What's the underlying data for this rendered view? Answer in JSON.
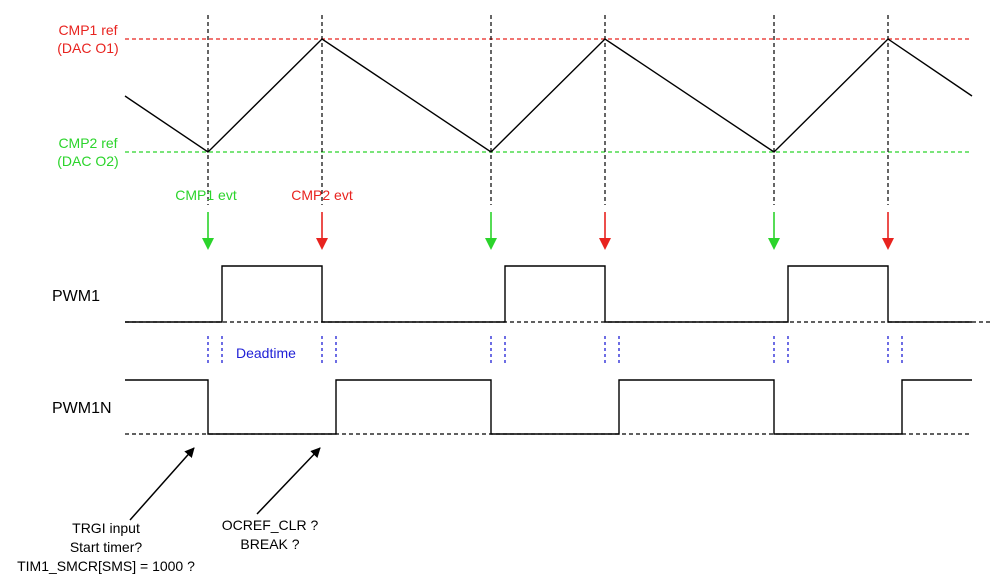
{
  "colors": {
    "cmp1": "#e8231f",
    "cmp2": "#2bd42b",
    "deadtime": "#1f1fd6",
    "line": "#000000"
  },
  "references": {
    "cmp1_ref_line1": "CMP1 ref",
    "cmp1_ref_line2": "(DAC O1)",
    "cmp2_ref_line1": "CMP2 ref",
    "cmp2_ref_line2": "(DAC O2)"
  },
  "events": {
    "cmp1_evt": "CMP1 evt",
    "cmp2_evt": "CMP2 evt"
  },
  "signals": {
    "pwm1": "PWM1",
    "pwm1n": "PWM1N"
  },
  "deadtime_label": "Deadtime",
  "annotations": {
    "trgi_line1": "TRGI input",
    "trgi_line2": "Start timer?",
    "trgi_line3": "TIM1_SMCR[SMS] = 1000 ?",
    "ocref_line1": "OCREF_CLR ?",
    "ocref_line2": "BREAK ?"
  },
  "icons": {
    "event_arrow": "down-arrow-icon",
    "pointer_arrow": "diagonal-pointer-arrow-icon"
  }
}
